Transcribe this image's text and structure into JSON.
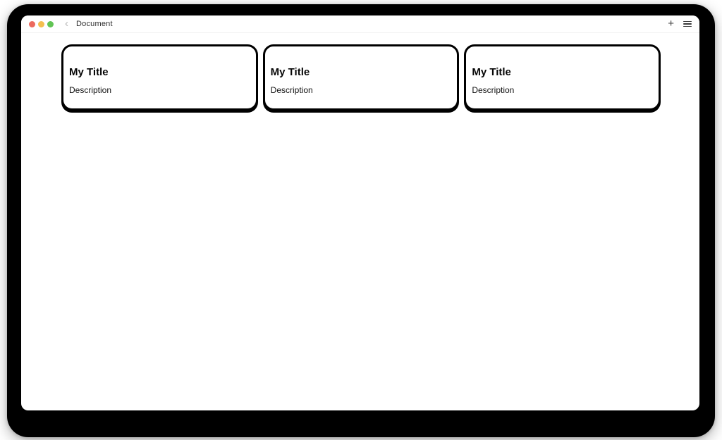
{
  "window": {
    "titlebar": {
      "title": "Document",
      "back_icon_glyph": "‹",
      "plus_icon_glyph": "+",
      "traffic_lights": {
        "close_color": "#EC6A5E",
        "minimize_color": "#F4BF50",
        "zoom_color": "#61C454"
      }
    }
  },
  "icons": {
    "back": "chevron-left",
    "add": "plus",
    "menu": "hamburger"
  },
  "cards": [
    {
      "title": "My Title",
      "description": "Description"
    },
    {
      "title": "My Title",
      "description": "Description"
    },
    {
      "title": "My Title",
      "description": "Description"
    }
  ],
  "colors": {
    "bezel": "#000000",
    "window_bg": "#ffffff",
    "card_border": "#000000",
    "titlebar_divider": "#f1f1f1"
  }
}
